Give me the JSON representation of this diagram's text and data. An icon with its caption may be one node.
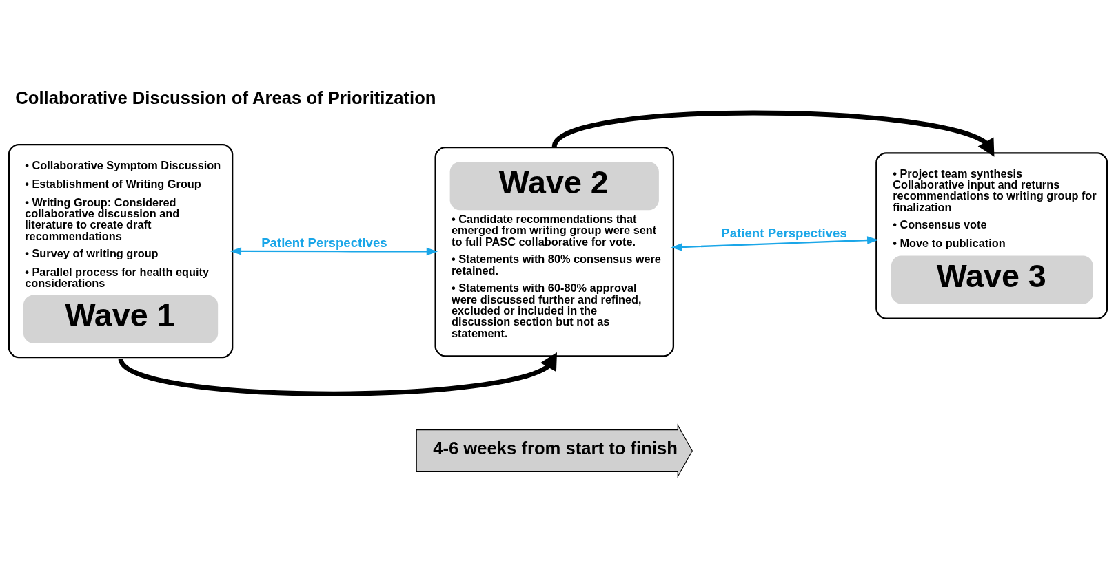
{
  "diagram": {
    "title": "Collaborative Discussion of Areas of Prioritization",
    "nodes": [
      {
        "text": [
          "• Collaborative Symptom Discussion",
          "• Establishment of Writing Group",
          "• Writing Group: Considered collaborative discussion and literature to create draft recommendations",
          "• Survey of writing group",
          "• Parallel process for health equity considerations",
          "Wave 1"
        ]
      },
      {
        "text": [
          "Wave 2",
          "• Candidate recommendations that emerged from writing group were sent to full PASC collaborative for vote.",
          "• Statements with 80% consensus were retained.",
          "• Statements with 60-80% approval were discussed further and refined, excluded or included in the discussion section but not as statement."
        ]
      },
      {
        "text": [
          "• Project team synthesis Collaborative input and returns recommendations to writing group for finalization",
          "• Consensus vote",
          "• Move to publication",
          "Wave 3"
        ]
      },
      {
        "text": [
          "4-6 weeks from start to finish"
        ]
      }
    ],
    "edges": [
      {
        "from": 0,
        "to": 1,
        "arrow": "both",
        "label": "Patient Perspectives",
        "color": "#1aa6e8"
      },
      {
        "from": 0,
        "to": 1,
        "arrow": "to",
        "style": "thick",
        "color": "#000000"
      },
      {
        "from": 1,
        "to": 2,
        "arrow": "to",
        "style": "thick",
        "color": "#000000"
      },
      {
        "from": 1,
        "to": 2,
        "arrow": "both",
        "label": "Patient Perspectives",
        "color": "#1aa6e8"
      }
    ]
  }
}
